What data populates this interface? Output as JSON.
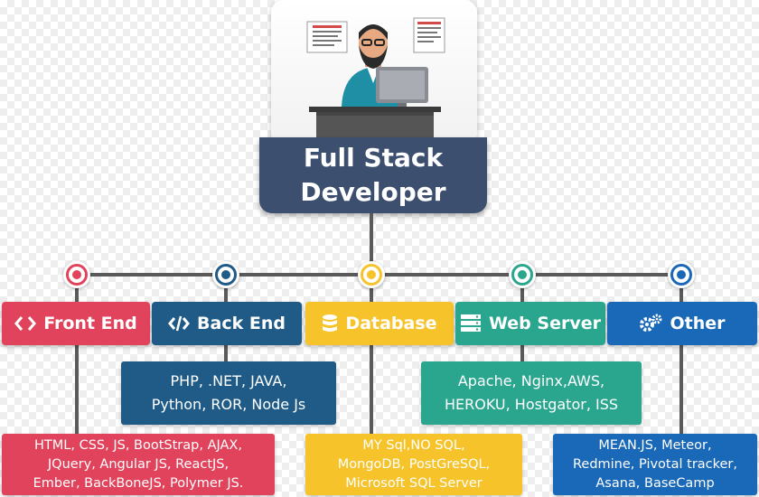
{
  "title": {
    "line1": "Full Stack",
    "line2": "Developer"
  },
  "colors": {
    "title_bg": "#3d4f6e",
    "front_end": "#e2435c",
    "back_end": "#1f5b86",
    "database": "#f6c32b",
    "web_server": "#2aa68f",
    "other": "#1a68b8",
    "connector": "#5a5a5a"
  },
  "categories": [
    {
      "label": "Front End",
      "icon": "code-icon"
    },
    {
      "label": "Back End",
      "icon": "code-slash-icon"
    },
    {
      "label": "Database",
      "icon": "database-icon"
    },
    {
      "label": "Web Server",
      "icon": "server-icon"
    },
    {
      "label": "Other",
      "icon": "gears-icon"
    }
  ],
  "details": {
    "front_end": [
      "HTML, CSS, JS, BootStrap, AJAX,",
      "JQuery,  Angular JS, ReactJS,",
      "Ember, BackBoneJS, Polymer JS."
    ],
    "back_end": [
      "PHP, .NET, JAVA,",
      "Python, ROR, Node Js"
    ],
    "database": [
      "MY Sql,NO SQL,",
      "MongoDB, PostGreSQL,",
      "Microsoft SQL Server"
    ],
    "web_server": [
      "Apache, Nginx,AWS,",
      "HEROKU, Hostgator, ISS"
    ],
    "other": [
      "MEAN.JS, Meteor,",
      "Redmine, Pivotal tracker,",
      "Asana, BaseCamp"
    ]
  }
}
